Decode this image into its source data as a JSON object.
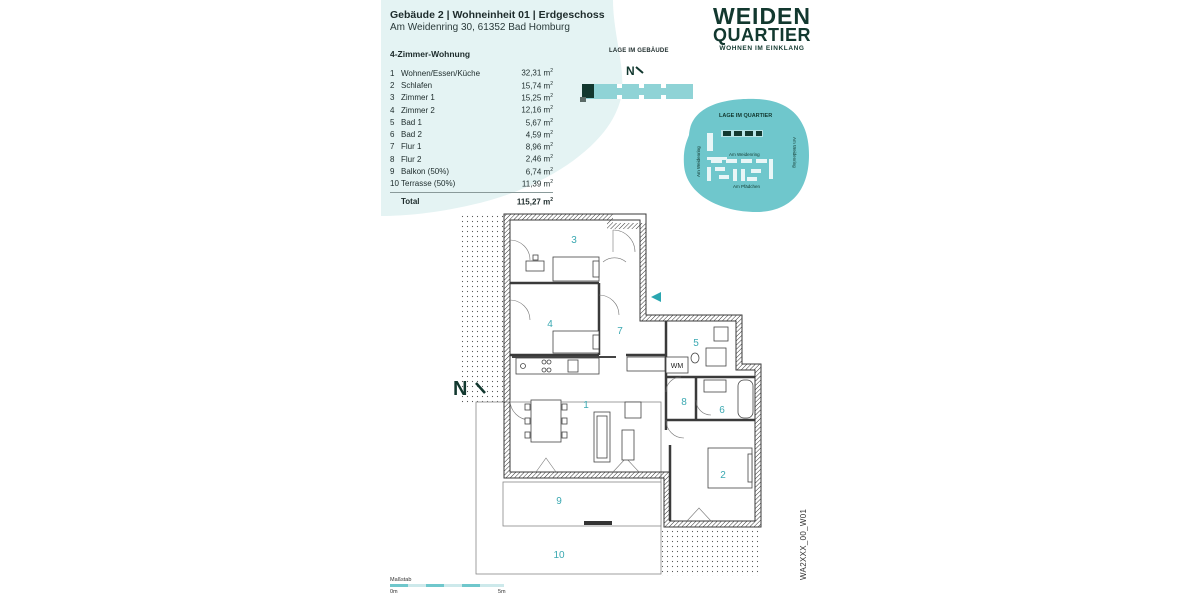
{
  "header": {
    "title": "Gebäude 2 | Wohneinheit 01 | Erdgeschoss",
    "address": "Am Weidenring 30, 61352 Bad Homburg"
  },
  "logo": {
    "line1": "WEIDEN",
    "line2": "QUARTIER",
    "line3": "WOHNEN IM EINKLANG"
  },
  "unit_type": "4-Zimmer-Wohnung",
  "rooms": [
    {
      "num": "1",
      "name": "Wohnen/Essen/Küche",
      "area": "32,31 m",
      "unit_sup": "2"
    },
    {
      "num": "2",
      "name": "Schlafen",
      "area": "15,74 m",
      "unit_sup": "2"
    },
    {
      "num": "3",
      "name": "Zimmer 1",
      "area": "15,25 m",
      "unit_sup": "2"
    },
    {
      "num": "4",
      "name": "Zimmer 2",
      "area": "12,16 m",
      "unit_sup": "2"
    },
    {
      "num": "5",
      "name": "Bad 1",
      "area": "5,67 m",
      "unit_sup": "2"
    },
    {
      "num": "6",
      "name": "Bad 2",
      "area": "4,59 m",
      "unit_sup": "2"
    },
    {
      "num": "7",
      "name": "Flur 1",
      "area": "8,96 m",
      "unit_sup": "2"
    },
    {
      "num": "8",
      "name": "Flur 2",
      "area": "2,46 m",
      "unit_sup": "2"
    },
    {
      "num": "9",
      "name": "Balkon (50%)",
      "area": "6,74 m",
      "unit_sup": "2"
    },
    {
      "num": "10",
      "name": "Terrasse (50%)",
      "area": "11,39 m",
      "unit_sup": "2"
    }
  ],
  "total": {
    "label": "Total",
    "area": "115,27 m",
    "unit_sup": "2"
  },
  "lage_gebaeude": "LAGE IM GEBÄUDE",
  "lage_quartier": {
    "title": "LAGE IM QUARTIER",
    "street_center": "Am Weidenring",
    "street_left": "Am Weidenring",
    "street_right": "Am Weidenring",
    "street_bottom": "Am Pfädchen"
  },
  "north": "N",
  "plan_labels": {
    "r1": "1",
    "r2": "2",
    "r3": "3",
    "r4": "4",
    "r5": "5",
    "r6": "6",
    "r7": "7",
    "r8": "8",
    "r9": "9",
    "r10": "10",
    "wm": "WM"
  },
  "scale": {
    "label": "Maßstab",
    "start": "0m",
    "end": "5m"
  },
  "plan_code": "WA2XXX_00_W01",
  "colors": {
    "accent": "#6fc7cc",
    "pale": "#e4f3f3",
    "dark": "#12382f",
    "wall": "#3a3a3a"
  }
}
